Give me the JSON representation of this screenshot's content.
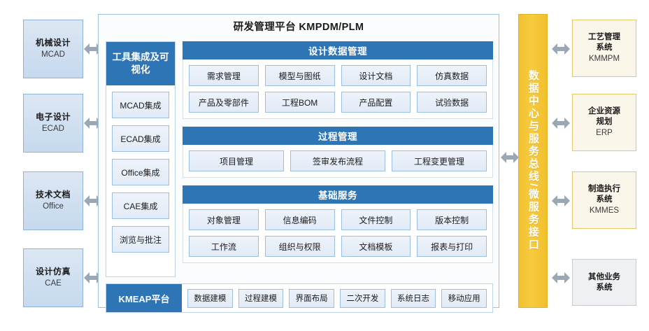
{
  "platform": {
    "title": "研发管理平台 KMPDM/PLM",
    "tools": {
      "header": "工具集成及可视化",
      "items": [
        {
          "label": "MCAD集成"
        },
        {
          "label": "ECAD集成"
        },
        {
          "label": "Office集成"
        },
        {
          "label": "CAE集成"
        },
        {
          "label": "浏览与批注"
        }
      ]
    },
    "sections": [
      {
        "header": "设计数据管理",
        "rows": [
          [
            "需求管理",
            "模型与图纸",
            "设计文档",
            "仿真数据"
          ],
          [
            "产品及零部件",
            "工程BOM",
            "产品配置",
            "试验数据"
          ]
        ]
      },
      {
        "header": "过程管理",
        "rows": [
          [
            "项目管理",
            "签审发布流程",
            "工程变更管理"
          ]
        ]
      },
      {
        "header": "基础服务",
        "rows": [
          [
            "对象管理",
            "信息编码",
            "文件控制",
            "版本控制"
          ],
          [
            "工作流",
            "组织与权限",
            "文档模板",
            "报表与打印"
          ]
        ]
      }
    ],
    "kmeap": {
      "header": "KMEAP平台",
      "items": [
        {
          "label": "数据建模"
        },
        {
          "label": "过程建模"
        },
        {
          "label": "界面布局"
        },
        {
          "label": "二次开发"
        },
        {
          "label": "系统日志"
        },
        {
          "label": "移动应用"
        }
      ]
    }
  },
  "bus": {
    "label": "数据中心与服务总线/微服务接口"
  },
  "left_systems": [
    {
      "cn": "机械设计",
      "en": "MCAD"
    },
    {
      "cn": "电子设计",
      "en": "ECAD"
    },
    {
      "cn": "技术文档",
      "en": "Office"
    },
    {
      "cn": "设计仿真",
      "en": "CAE"
    }
  ],
  "right_systems": [
    {
      "cn": "工艺管理系统",
      "cn1": "工艺管理",
      "cn2": "系统",
      "en": "KMMPM",
      "style": "cream"
    },
    {
      "cn": "企业资源规划",
      "cn1": "企业资源",
      "cn2": "规划",
      "en": "ERP",
      "style": "cream"
    },
    {
      "cn": "制造执行系统",
      "cn1": "制造执行",
      "cn2": "系统",
      "en": "KMMES",
      "style": "cream"
    },
    {
      "cn": "其他业务系统",
      "cn1": "其他业务",
      "cn2": "系统",
      "en": "",
      "style": "gray"
    }
  ],
  "colors": {
    "header_blue": "#2E75B6",
    "bus_yellow": "#F2C131",
    "left_box_blue": "#CFDFF0",
    "right_box_cream": "#FAF6EA",
    "right_box_gray": "#EEF0F1",
    "arrow_gray": "#9AA7B5"
  },
  "arrows": {
    "left_count": 4,
    "right_count": 4,
    "center_count": 1
  }
}
